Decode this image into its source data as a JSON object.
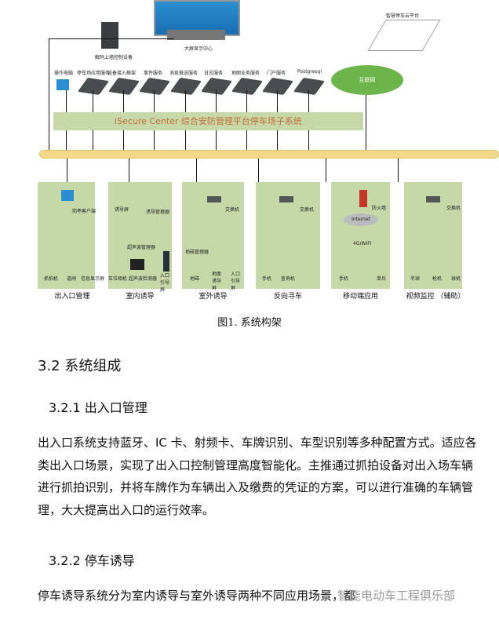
{
  "diagram": {
    "video_wall_label": "大屏显示中心",
    "decoder_label": "解码上墙控制设备",
    "cloud_platform_label": "智慧停车云平台",
    "internet_label": "互联网",
    "services": [
      "操作电脑",
      "停车场应用服务",
      "设备接入框架",
      "事件服务",
      "消息推送服务",
      "日志服务",
      "地图业务服务",
      "门户服务",
      "Postgresql"
    ],
    "platform_bar": "iSecure Center   综合安防管理平台停车场子系统",
    "subsystems": [
      {
        "title": "出入口管理",
        "top": "岗亭客户端",
        "items": [
          "抓拍机",
          "道闸",
          "信息显示屏"
        ]
      },
      {
        "title": "室内诱导",
        "top": "诱导屏",
        "top2": "诱导管理器",
        "items": [
          "超声波管理器",
          "车位相机",
          "超声波检测器",
          "入口引导屏"
        ]
      },
      {
        "title": "室外诱导",
        "top": "交换机",
        "items": [
          "地磁管理器",
          "地磁",
          "地面诱导屏",
          "入口引导屏"
        ]
      },
      {
        "title": "反向寻车",
        "top": "交换机",
        "items": [
          "手机",
          "查询机"
        ]
      },
      {
        "title": "移动端应用",
        "top": "防火墙",
        "cloud": "Internet",
        "link": "4G/WIFI",
        "items": [
          "手机",
          "单兵"
        ]
      },
      {
        "title": "视频监控 （辅助）",
        "top": "交换机",
        "items": [
          "半球",
          "枪机",
          "球机"
        ]
      }
    ]
  },
  "caption": "图1. 系统构架",
  "section": "3.2  系统组成",
  "sub1": "3.2.1  出入口管理",
  "para1": "出入口系统支持蓝牙、IC 卡、射频卡、车牌识别、车型识别等多种配置方式。适应各类出入口场景，实现了出入口控制管理高度智能化。主推通过抓拍设备对出入场车辆进行抓拍识别，并将车牌作为车辆出入及缴费的凭证的方案，可以进行准确的车辆管理，大大提高出入口的运行效率。",
  "sub2": "3.2.2  停车诱导",
  "para2": "停车诱导系统分为室内诱导与室外诱导两种不同应用场景，都",
  "watermark": "智能电动车工程俱乐部"
}
